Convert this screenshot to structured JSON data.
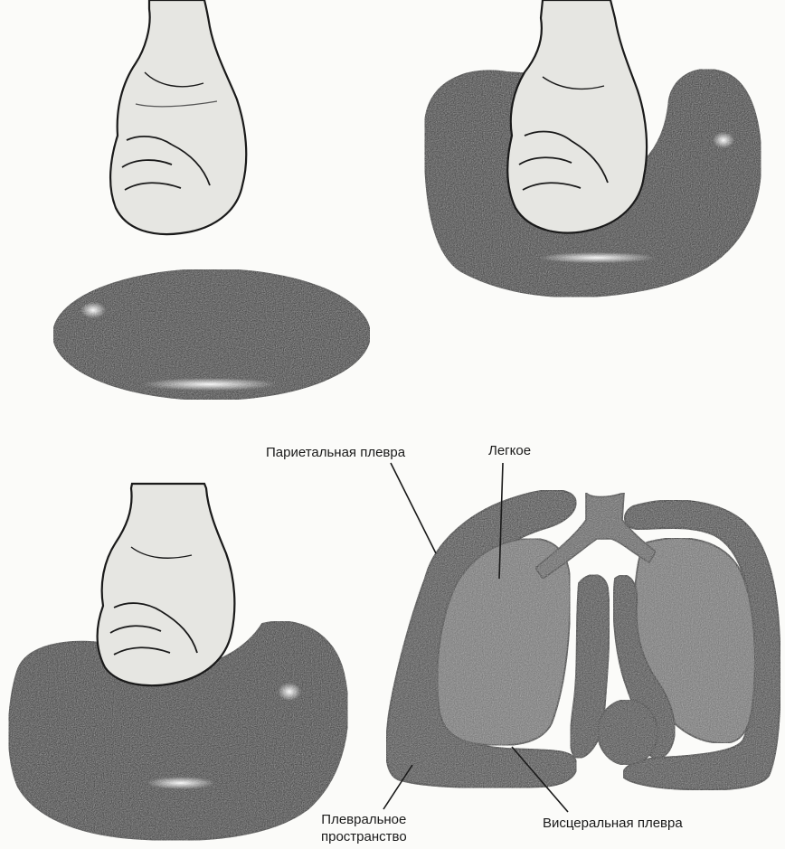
{
  "labels": {
    "parietal_pleura": "Париетальная плевра",
    "lung": "Легкое",
    "pleural_space_line1": "Плевральное",
    "pleural_space_line2": "пространство",
    "visceral_pleura": "Висцеральная плевра"
  },
  "colors": {
    "balloon": "#262626",
    "lung_tissue": "#6e6e6e",
    "pleura": "#3a3a3a",
    "hand": "#e6e6e2",
    "ink": "#1a1a1a"
  }
}
